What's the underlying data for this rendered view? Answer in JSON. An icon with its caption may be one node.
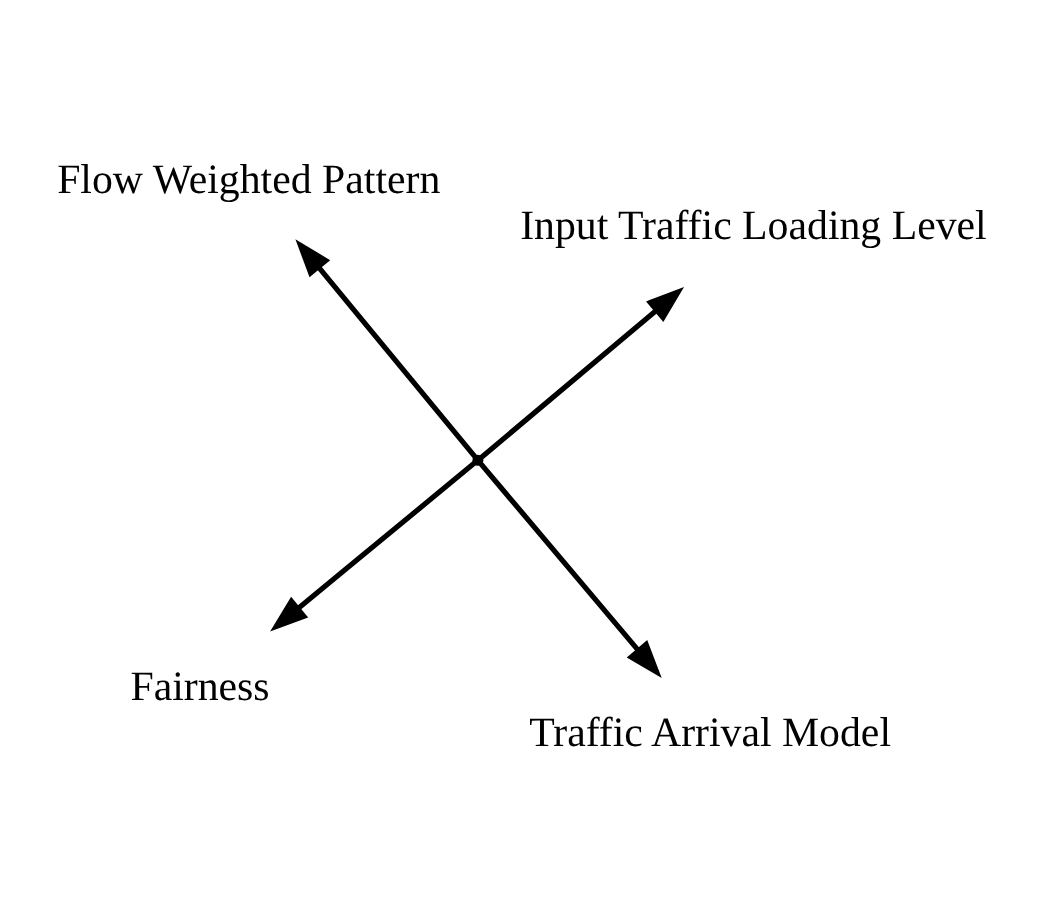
{
  "diagram": {
    "nodes": [
      {
        "text": [
          "Fairness"
        ]
      },
      {
        "text": [
          "Traffic Arrival Model"
        ]
      },
      {
        "text": [],
        "shape": "point"
      },
      {
        "text": [
          "Flow Weighted Pattern"
        ]
      },
      {
        "text": [
          "Input Traffic Loading Level"
        ]
      }
    ],
    "edges": [
      {
        "from": 2,
        "to": 0,
        "arrow": "to"
      },
      {
        "from": 2,
        "to": 1,
        "arrow": "to"
      },
      {
        "from": 2,
        "to": 3,
        "arrow": "to"
      },
      {
        "from": 2,
        "to": 4,
        "arrow": "to"
      }
    ]
  }
}
